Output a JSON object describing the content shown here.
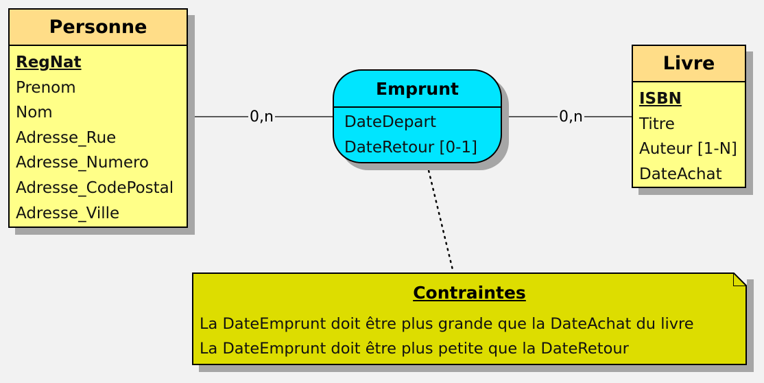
{
  "entities": {
    "personne": {
      "title": "Personne",
      "attributes": [
        {
          "label": "RegNat",
          "key": true
        },
        {
          "label": "Prenom",
          "key": false
        },
        {
          "label": "Nom",
          "key": false
        },
        {
          "label": "Adresse_Rue",
          "key": false
        },
        {
          "label": "Adresse_Numero",
          "key": false
        },
        {
          "label": "Adresse_CodePostal",
          "key": false
        },
        {
          "label": "Adresse_Ville",
          "key": false
        }
      ]
    },
    "livre": {
      "title": "Livre",
      "attributes": [
        {
          "label": "ISBN",
          "key": true
        },
        {
          "label": "Titre",
          "key": false
        },
        {
          "label": "Auteur [1-N]",
          "key": false
        },
        {
          "label": "DateAchat",
          "key": false
        }
      ]
    }
  },
  "association": {
    "title": "Emprunt",
    "attributes": [
      "DateDepart",
      "DateRetour [0-1]"
    ]
  },
  "cardinalities": {
    "personne_emprunt": "0,n",
    "livre_emprunt": "0,n"
  },
  "note": {
    "title": "Contraintes",
    "lines": [
      "La DateEmprunt doit être plus grande que la DateAchat du livre",
      "La DateEmprunt doit être plus petite que la DateRetour"
    ]
  },
  "colors": {
    "entity_body": "#ffff88",
    "entity_header": "#ffdd88",
    "association": "#00e5ff",
    "note": "#dddd00",
    "background": "#f2f2f2"
  }
}
